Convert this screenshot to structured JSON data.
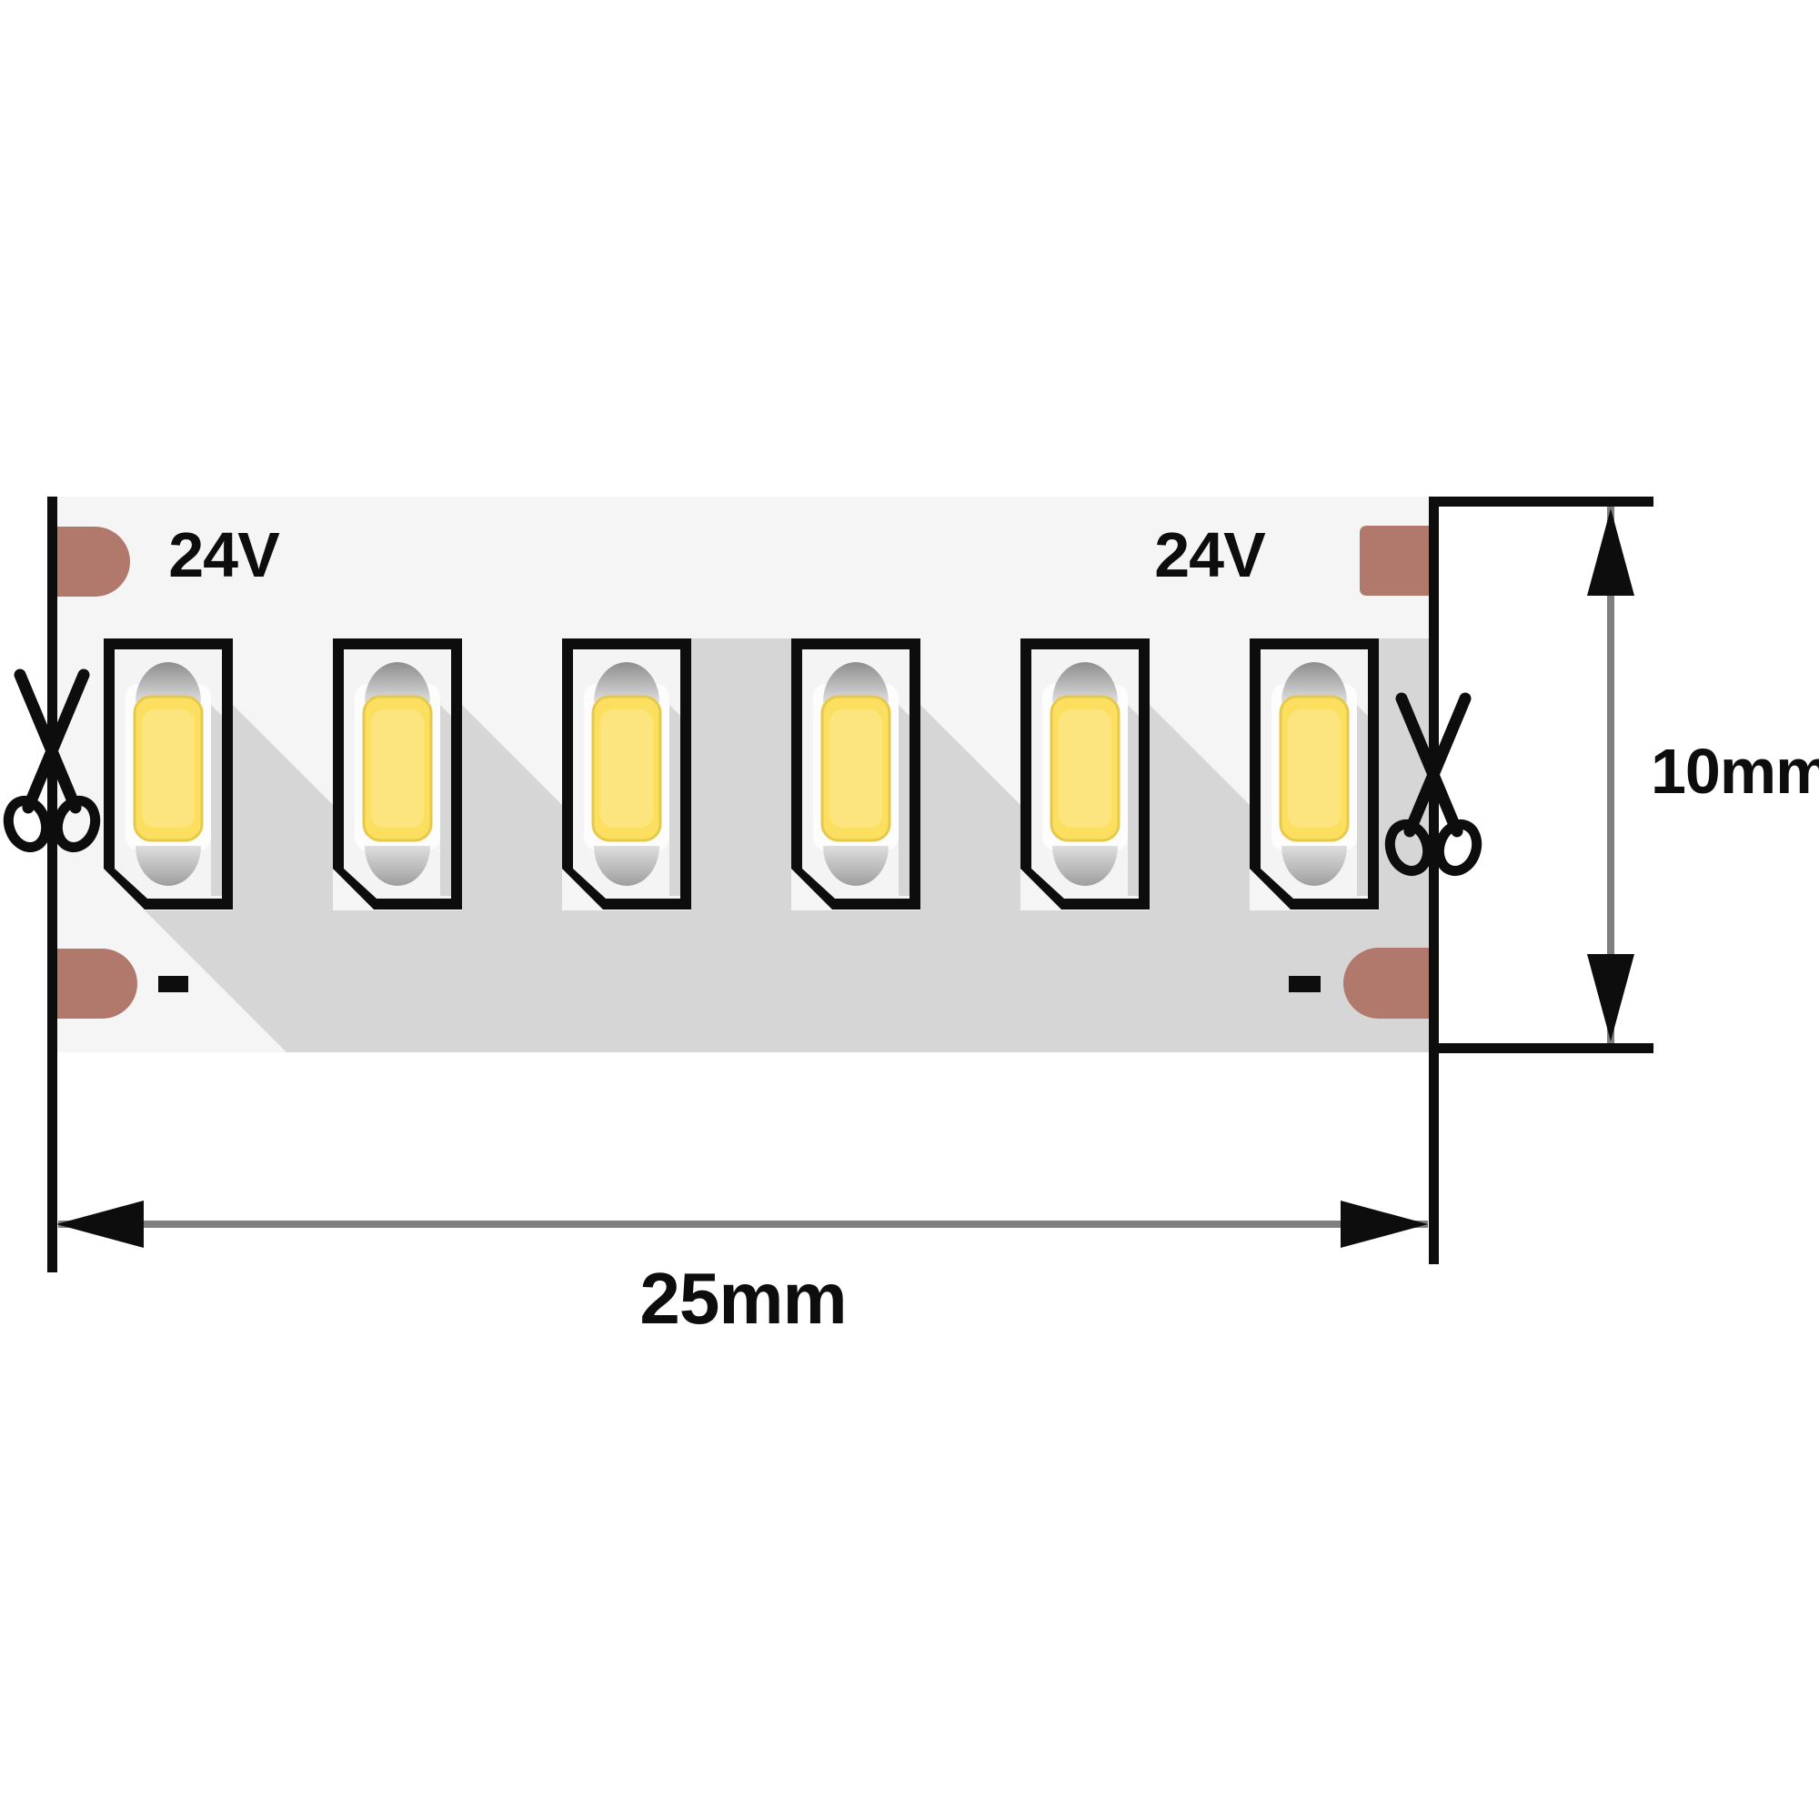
{
  "diagram": {
    "strip": {
      "voltage_label_left": "24V",
      "voltage_label_right": "24V",
      "polarity_minus_left": "-",
      "polarity_minus_right": "-",
      "led_count": 6
    },
    "dimensions": {
      "width_label": "25mm",
      "height_label": "10mm"
    },
    "icons": {
      "scissors": "✂",
      "minus": "−"
    },
    "colors": {
      "copper_pad": "#b1796b",
      "led_yellow": "#fcdf5f",
      "led_yellow_edge": "#e6c84d",
      "shadow": "#d6d6d6",
      "strip_background": "#f5f5f5",
      "dimension_line": "#7f7f7f",
      "line_black": "#0d0d0d"
    }
  }
}
